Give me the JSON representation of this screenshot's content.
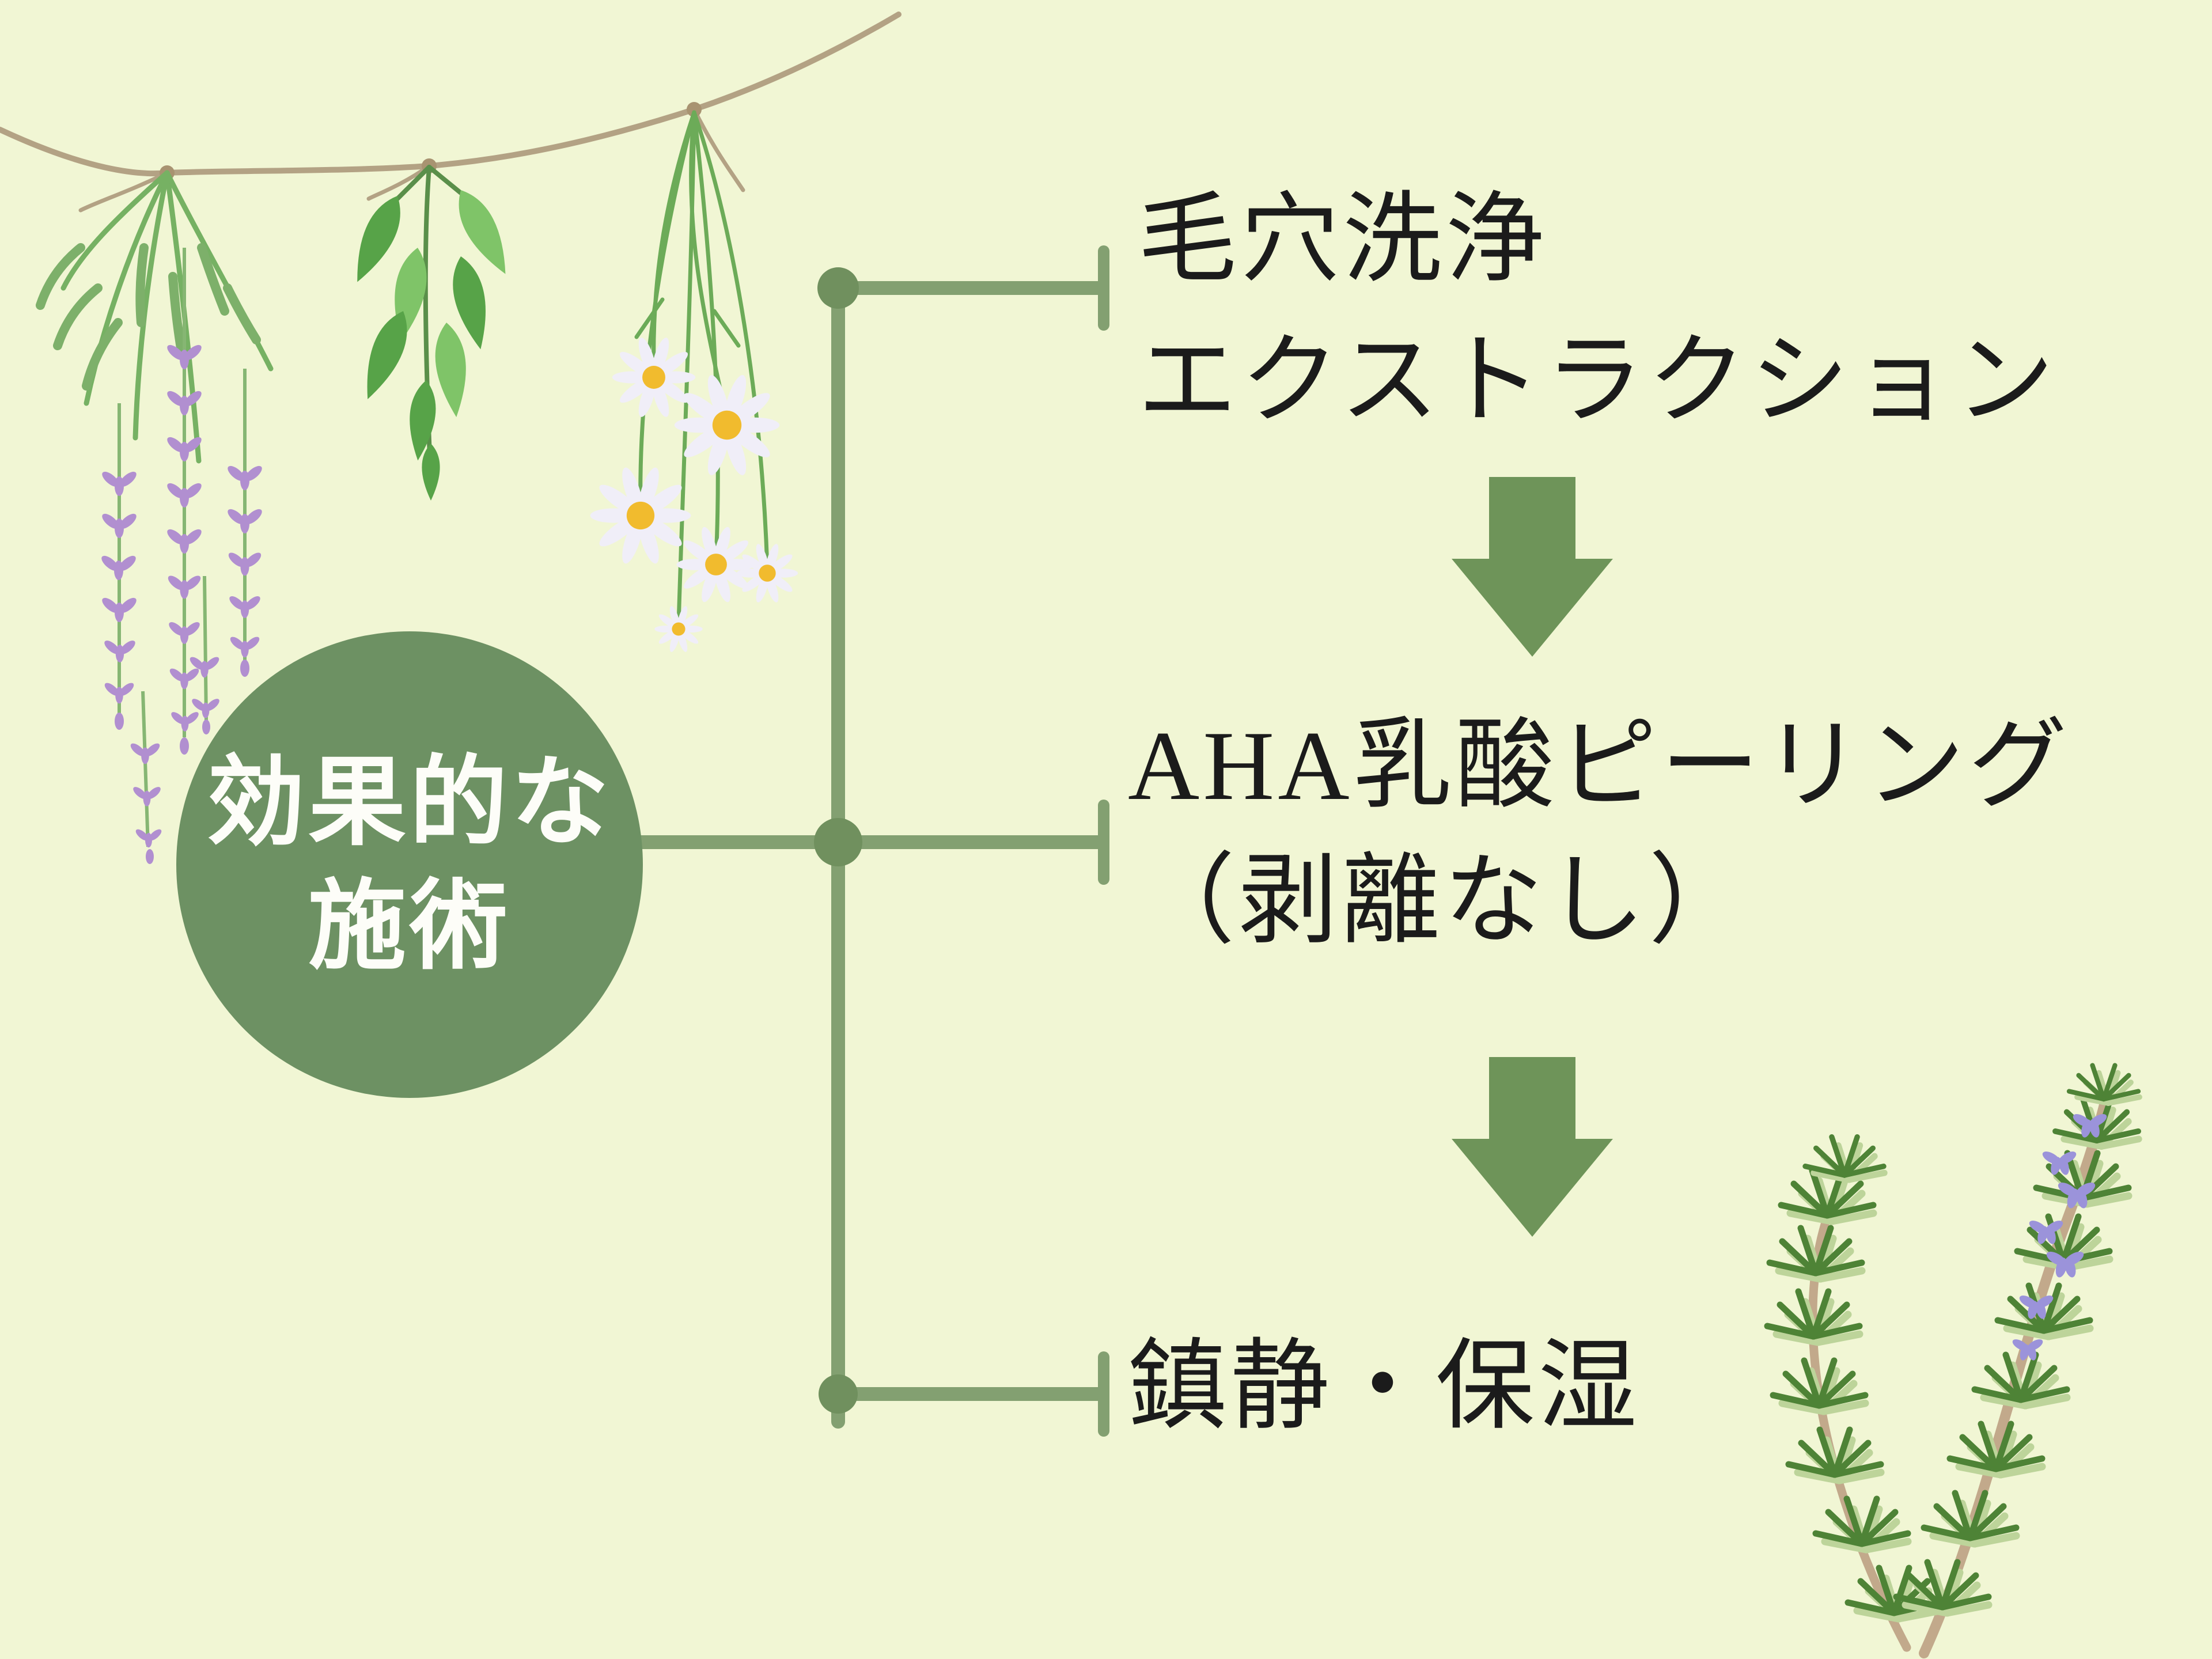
{
  "root_node": {
    "label_line1": "効果的な",
    "label_line2": "施術"
  },
  "steps": [
    {
      "lines": [
        "毛穴洗浄",
        "エクストラクション"
      ]
    },
    {
      "lines": [
        "AHA乳酸ピーリング",
        "（剥離なし）"
      ]
    },
    {
      "lines": [
        "鎮静・保湿"
      ]
    }
  ],
  "flow": {
    "sequence": [
      "毛穴洗浄 エクストラクション",
      "AHA乳酸ピーリング（剥離なし）",
      "鎮静・保湿"
    ],
    "arrow_direction": "down"
  },
  "colors": {
    "background": "#f1f6d4",
    "node_green": "#6d9163",
    "node_text": "#fdfdf8",
    "line_green": "#83a071",
    "dot_green": "#70905e",
    "arrow_green": "#6e9459",
    "text": "#1b1b1b",
    "twine": "#b3a284",
    "lavender": "#b18fd0",
    "mint_green": "#57a348",
    "daisy_petal": "#f0eef8",
    "daisy_center": "#f1bb2e",
    "rosemary_needle_dark": "#4e8336",
    "rosemary_needle_light": "#bdd49a",
    "rosemary_stem": "#c2a98b",
    "rosemary_flower": "#9b93da"
  },
  "decorations": {
    "top_left": [
      "twine-string",
      "lavender-bundle",
      "mint-bundle",
      "chamomile-bundle"
    ],
    "bottom_right": [
      "rosemary-sprigs"
    ]
  }
}
